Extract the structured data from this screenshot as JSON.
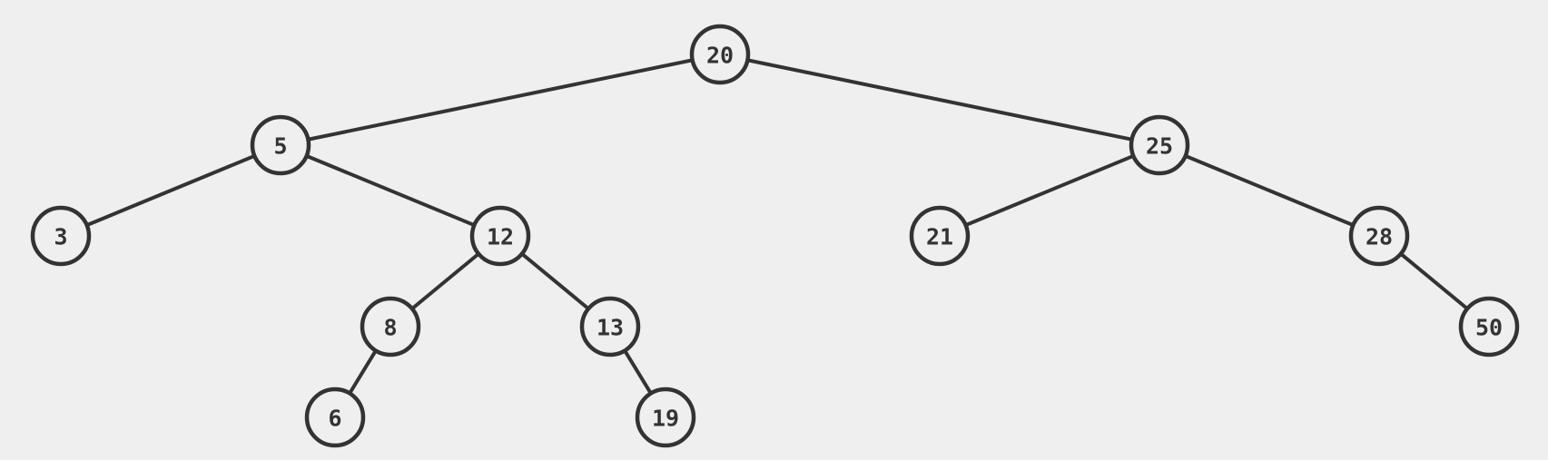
{
  "tree": {
    "nodes": [
      {
        "id": "n20",
        "value": "20"
      },
      {
        "id": "n5",
        "value": "5"
      },
      {
        "id": "n25",
        "value": "25"
      },
      {
        "id": "n3",
        "value": "3"
      },
      {
        "id": "n12",
        "value": "12"
      },
      {
        "id": "n21",
        "value": "21"
      },
      {
        "id": "n28",
        "value": "28"
      },
      {
        "id": "n8",
        "value": "8"
      },
      {
        "id": "n13",
        "value": "13"
      },
      {
        "id": "n50",
        "value": "50"
      },
      {
        "id": "n6",
        "value": "6"
      },
      {
        "id": "n19",
        "value": "19"
      }
    ],
    "edges": [
      {
        "from": "n20",
        "to": "n5"
      },
      {
        "from": "n20",
        "to": "n25"
      },
      {
        "from": "n5",
        "to": "n3"
      },
      {
        "from": "n5",
        "to": "n12"
      },
      {
        "from": "n25",
        "to": "n21"
      },
      {
        "from": "n25",
        "to": "n28"
      },
      {
        "from": "n12",
        "to": "n8"
      },
      {
        "from": "n12",
        "to": "n13"
      },
      {
        "from": "n28",
        "to": "n50"
      },
      {
        "from": "n8",
        "to": "n6"
      },
      {
        "from": "n13",
        "to": "n19"
      }
    ]
  },
  "colors": {
    "background": "#efefef",
    "stroke": "#333333",
    "text": "#333333"
  }
}
